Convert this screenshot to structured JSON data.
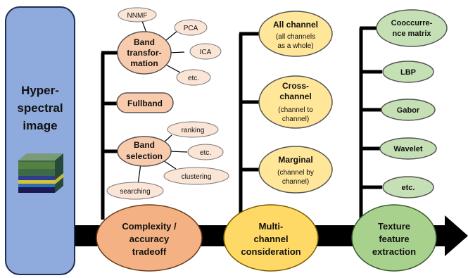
{
  "source_box": {
    "lines": [
      "Hyper-",
      "spectral",
      "image"
    ]
  },
  "stage1": {
    "label": [
      "Complexity /",
      "accuracy",
      "tradeoff"
    ],
    "band_transformation": {
      "label": [
        "Band",
        "transfor-",
        "mation"
      ],
      "items": [
        "NNMF",
        "PCA",
        "ICA",
        "etc."
      ]
    },
    "fullband": {
      "label": "Fullband"
    },
    "band_selection": {
      "label": [
        "Band",
        "selection"
      ],
      "items": [
        "ranking",
        "etc.",
        "clustering",
        "searching"
      ]
    }
  },
  "stage2": {
    "label": [
      "Multi-",
      "channel",
      "consideration"
    ],
    "all_channel": {
      "title": "All channel",
      "desc": [
        "(all channels",
        "as a whole)"
      ]
    },
    "cross_channel": {
      "title": "Cross-",
      "title2": "channel",
      "desc": [
        "(channel to",
        "channel)"
      ]
    },
    "marginal": {
      "title": "Marginal",
      "desc": [
        "(channel by",
        "channel)"
      ]
    }
  },
  "stage3": {
    "label": [
      "Texture",
      "feature",
      "extraction"
    ],
    "items": [
      [
        "Cooccurre-",
        "nce matrix"
      ],
      [
        "LBP"
      ],
      [
        "Gabor"
      ],
      [
        "Wavelet"
      ],
      [
        "etc."
      ]
    ]
  },
  "colors": {
    "source_fill": "#8faadc",
    "stage1_fill": "#f4b183",
    "stage2_fill": "#ffd966",
    "stage3_fill": "#a9d18e",
    "sub1_fill": "#f8cbad",
    "sub2_fill": "#ffe699",
    "sub3_fill": "#c5e0b4",
    "leaf_fill": "#fbe5d6",
    "line": "#000000"
  }
}
